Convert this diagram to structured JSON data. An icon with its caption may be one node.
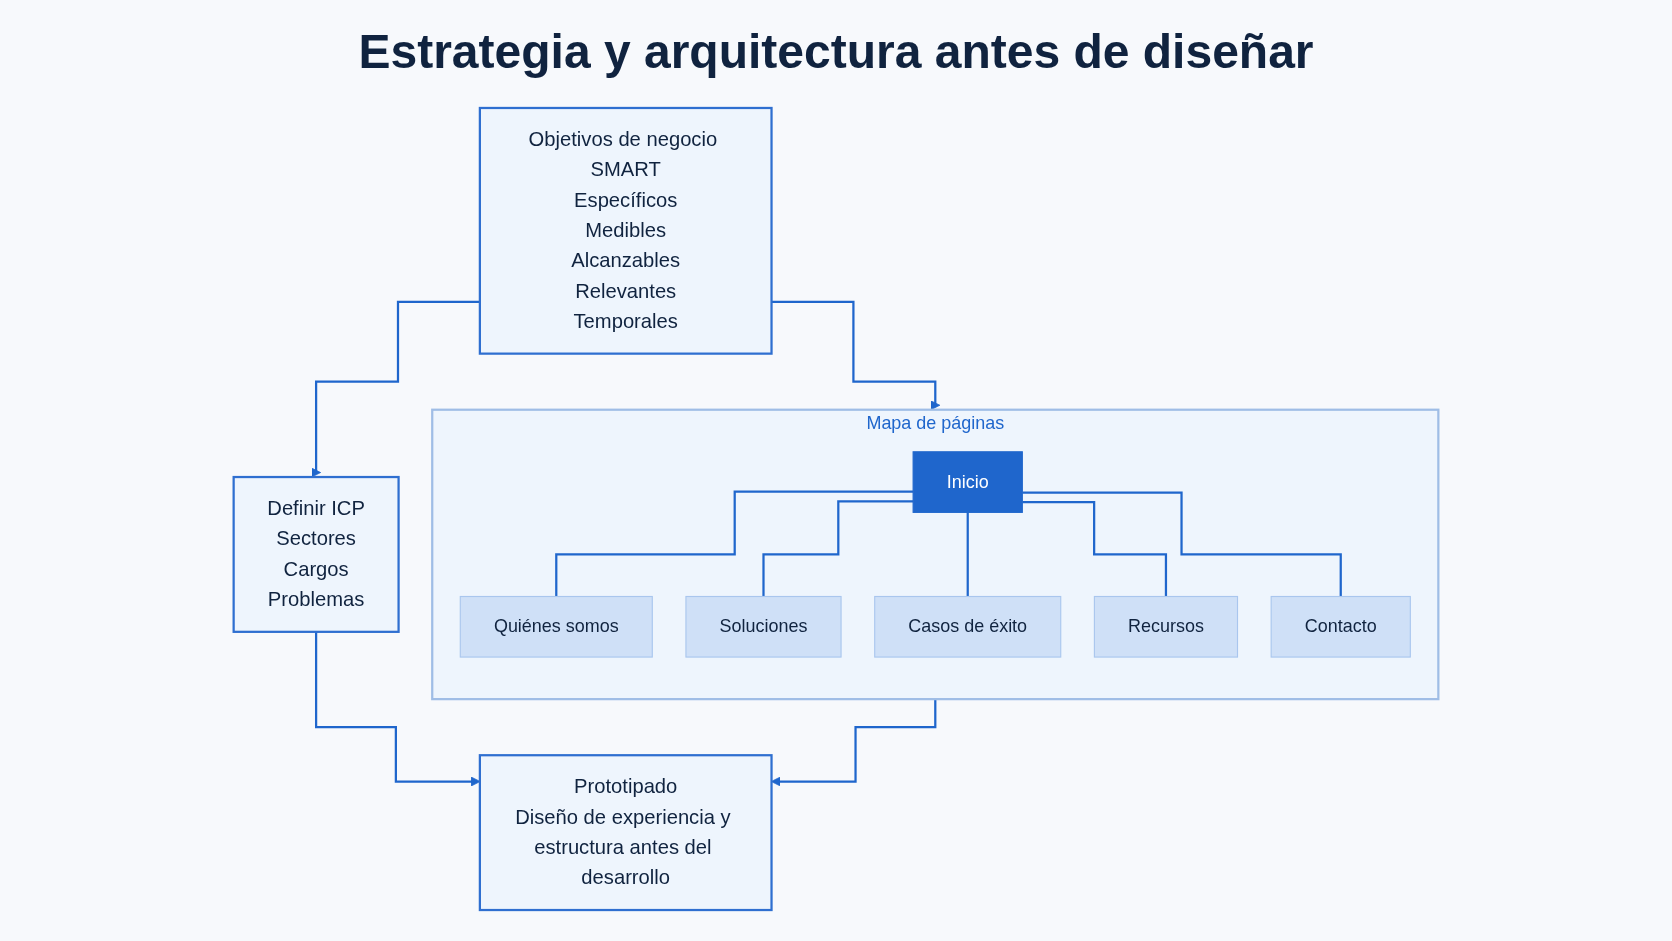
{
  "diagram": {
    "title": "Estrategia y arquitectura antes de diseñar",
    "nodes": [
      {
        "text": [
          "Objetivos de negocio SMART",
          "Específicos",
          "Medibles",
          "Alcanzables",
          "Relevantes",
          "Temporales"
        ]
      },
      {
        "text": [
          "Definir ICP",
          "Sectores",
          "Cargos",
          "Problemas"
        ]
      },
      {
        "text": [
          "Mapa de páginas"
        ]
      },
      {
        "text": [
          "Inicio"
        ],
        "in": 2
      },
      {
        "text": [
          "Quiénes somos"
        ],
        "in": 2
      },
      {
        "text": [
          "Soluciones"
        ],
        "in": 2
      },
      {
        "text": [
          "Casos de éxito"
        ],
        "in": 2
      },
      {
        "text": [
          "Recursos"
        ],
        "in": 2
      },
      {
        "text": [
          "Contacto"
        ],
        "in": 2
      },
      {
        "text": [
          "Prototipado",
          "Diseño de experiencia y estructura antes del desarrollo"
        ]
      }
    ],
    "edges": [
      {
        "from": 0,
        "to": 1,
        "arrow": "to"
      },
      {
        "from": 0,
        "to": 2,
        "arrow": "to"
      },
      {
        "from": 3,
        "to": 4,
        "arrow": "none"
      },
      {
        "from": 3,
        "to": 5,
        "arrow": "none"
      },
      {
        "from": 3,
        "to": 6,
        "arrow": "none"
      },
      {
        "from": 3,
        "to": 7,
        "arrow": "none"
      },
      {
        "from": 3,
        "to": 8,
        "arrow": "none"
      },
      {
        "from": 1,
        "to": 9,
        "arrow": "to"
      },
      {
        "from": 2,
        "to": 9,
        "arrow": "to"
      }
    ]
  }
}
